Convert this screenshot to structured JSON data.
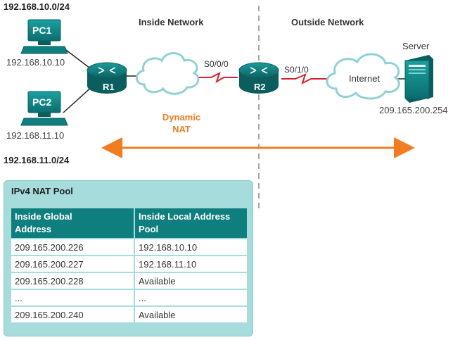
{
  "subnets": {
    "top": "192.168.10.0/24",
    "bottom": "192.168.11.0/24"
  },
  "zones": {
    "inside": "Inside Network",
    "outside": "Outside Network"
  },
  "devices": {
    "pc1": {
      "label": "PC1",
      "ip": "192.168.10.10"
    },
    "pc2": {
      "label": "PC2",
      "ip": "192.168.11.10"
    },
    "r1": {
      "label": "R1"
    },
    "r2": {
      "label": "R2"
    },
    "server": {
      "label": "Server",
      "ip": "209.165.200.254"
    },
    "internet": {
      "label": "Internet"
    }
  },
  "interfaces": {
    "r2_serial_in": "S0/0/0",
    "r2_serial_out": "S0/1/0"
  },
  "nat": {
    "line1": "Dynamic",
    "line2": "NAT"
  },
  "pool": {
    "title": "IPv4 NAT Pool",
    "headers": [
      "Inside Global\nAddress",
      "Inside Local Address\nPool"
    ],
    "rows": [
      [
        "209.165.200.226",
        "192.168.10.10"
      ],
      [
        "209.165.200.227",
        "192.168.11.10"
      ],
      [
        "209.165.200.228",
        "Available"
      ],
      [
        "...",
        "..."
      ],
      [
        "209.165.200.240",
        "Available"
      ]
    ]
  },
  "colors": {
    "teal": "#0f7e7e",
    "nat_orange": "#f47c20",
    "serial_red": "#d8232a",
    "pool_bg": "#a7dcdc"
  }
}
